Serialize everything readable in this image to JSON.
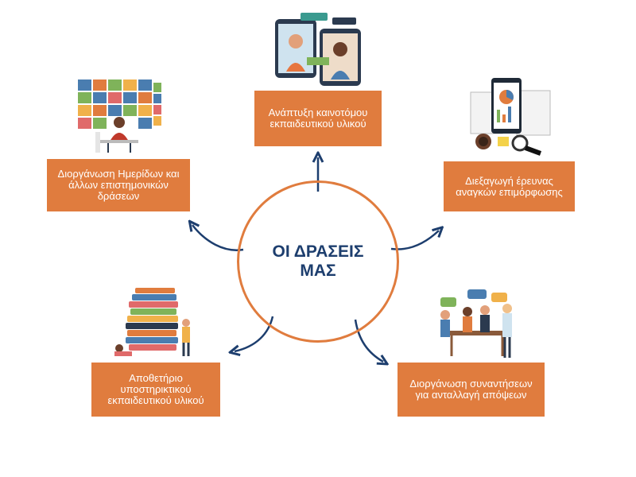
{
  "center": {
    "title": "ΟΙ ΔΡΑΣΕΙΣ ΜΑΣ"
  },
  "activities": [
    {
      "label": "Ανάπτυξη καινοτόμου εκπαιδευτικού υλικού",
      "icon": "video-call-illustration"
    },
    {
      "label": "Διεξαγωγή έρευνας αναγκών επιμόρφωσης",
      "icon": "research-documents-illustration"
    },
    {
      "label": "Διοργάνωση συναντήσεων για ανταλλαγή απόψεων",
      "icon": "team-meeting-illustration"
    },
    {
      "label": "Αποθετήριο υποστηρικτικού εκπαιδευτικού υλικού",
      "icon": "books-repository-illustration"
    },
    {
      "label": "Διοργάνωση Ημερίδων και άλλων επιστημονικών δράσεων",
      "icon": "video-conference-illustration"
    }
  ],
  "colors": {
    "accent": "#e07c3e",
    "navy": "#1d3e6e",
    "text_on_accent": "#ffffff"
  }
}
